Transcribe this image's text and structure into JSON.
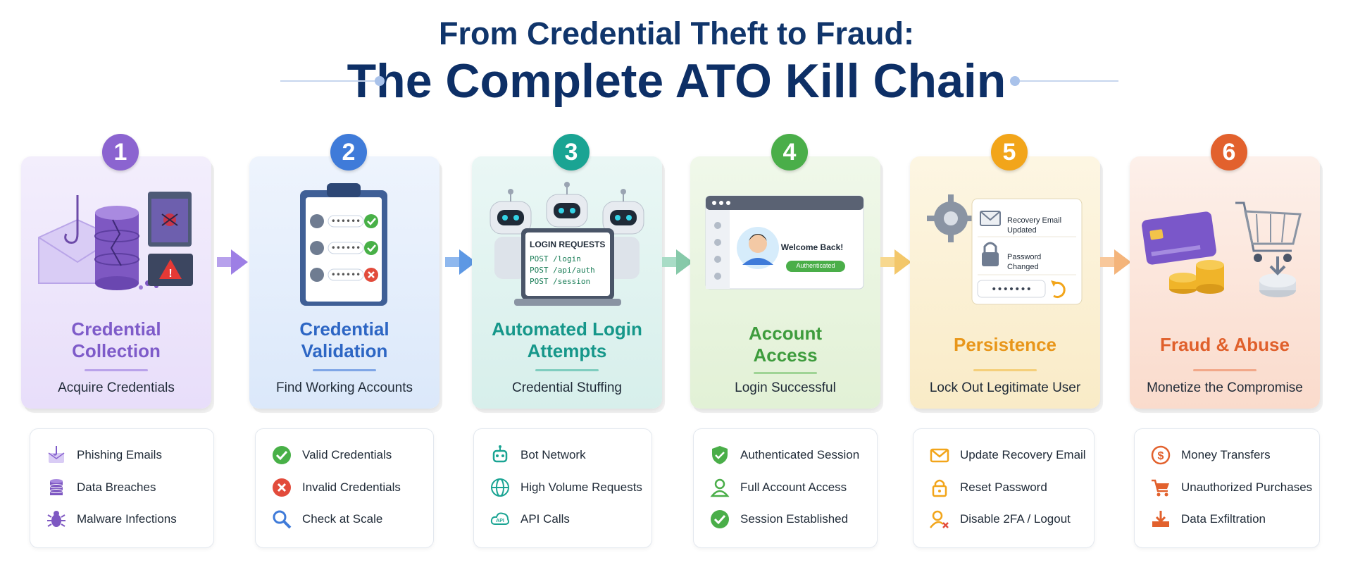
{
  "header": {
    "title_line1": "From Credential Theft to Fraud:",
    "title_line2": "The Complete ATO Kill Chain"
  },
  "colors": {
    "purple": "#7e5bc9",
    "blue": "#3f7bd9",
    "teal": "#1aa493",
    "green": "#4aae49",
    "orange": "#f2a51a",
    "red": "#e2612d",
    "navy": "#0d2f66"
  },
  "stages": [
    {
      "number": "1",
      "title_a": "Credential",
      "title_b": "Collection",
      "subtitle": "Acquire Credentials",
      "items": [
        {
          "label": "Phishing Emails",
          "icon": "phishing-hook-icon"
        },
        {
          "label": "Data Breaches",
          "icon": "database-icon"
        },
        {
          "label": "Malware Infections",
          "icon": "bug-icon"
        }
      ]
    },
    {
      "number": "2",
      "title_a": "Credential",
      "title_b": "Validation",
      "subtitle": "Find Working Accounts",
      "items": [
        {
          "label": "Valid Credentials",
          "icon": "check-icon"
        },
        {
          "label": "Invalid Credentials",
          "icon": "x-icon"
        },
        {
          "label": "Check at Scale",
          "icon": "magnifier-icon"
        }
      ]
    },
    {
      "number": "3",
      "title_a": "Automated Login",
      "title_b": "Attempts",
      "subtitle": "Credential Stuffing",
      "illustration": {
        "panel_title": "LOGIN REQUESTS",
        "lines": [
          "POST /login",
          "POST /api/auth",
          "POST /session"
        ]
      },
      "items": [
        {
          "label": "Bot Network",
          "icon": "robot-icon"
        },
        {
          "label": "High Volume Requests",
          "icon": "globe-icon"
        },
        {
          "label": "API Calls",
          "icon": "api-cloud-icon"
        }
      ]
    },
    {
      "number": "4",
      "title_a": "Account",
      "title_b": "Access",
      "subtitle": "Login Successful",
      "illustration": {
        "welcome": "Welcome Back!",
        "badge": "Authenticated"
      },
      "items": [
        {
          "label": "Authenticated Session",
          "icon": "shield-check-icon"
        },
        {
          "label": "Full Account Access",
          "icon": "user-icon"
        },
        {
          "label": "Session Established",
          "icon": "check-icon"
        }
      ]
    },
    {
      "number": "5",
      "title_a": "Persistence",
      "title_b": "",
      "subtitle": "Lock Out Legitimate User",
      "illustration": {
        "row1": "Recovery Email Updated",
        "row2": "Password Changed"
      },
      "items": [
        {
          "label": "Update Recovery Email",
          "icon": "envelope-icon"
        },
        {
          "label": "Reset Password",
          "icon": "lock-icon"
        },
        {
          "label": "Disable 2FA / Logout",
          "icon": "user-x-icon"
        }
      ]
    },
    {
      "number": "6",
      "title_a": "Fraud & Abuse",
      "title_b": "",
      "subtitle": "Monetize the Compromise",
      "items": [
        {
          "label": "Money Transfers",
          "icon": "dollar-coin-icon"
        },
        {
          "label": "Unauthorized Purchases",
          "icon": "cart-icon"
        },
        {
          "label": "Data Exfiltration",
          "icon": "download-tray-icon"
        }
      ]
    }
  ]
}
